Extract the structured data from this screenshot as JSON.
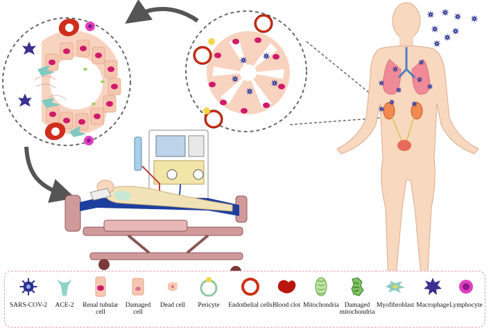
{
  "legend": {
    "items": [
      {
        "label": "SARS-COV-2",
        "icon": "sars-cov-2-icon"
      },
      {
        "label": "ACE-2",
        "icon": "ace-2-icon"
      },
      {
        "label": "Renal tubular\ncell",
        "icon": "renal-tubular-cell-icon"
      },
      {
        "label": "Damaged\ncell",
        "icon": "damaged-cell-icon"
      },
      {
        "label": "Dead cell",
        "icon": "dead-cell-icon"
      },
      {
        "label": "Pericyte",
        "icon": "pericyte-icon"
      },
      {
        "label": "Endothelial cells",
        "icon": "endothelial-cells-icon"
      },
      {
        "label": "Blood clot",
        "icon": "blood-clot-icon"
      },
      {
        "label": "Mitochondria",
        "icon": "mitochondria-icon"
      },
      {
        "label": "Damaged\nmitochondria",
        "icon": "damaged-mitochondria-icon"
      },
      {
        "label": "Myofibroblast",
        "icon": "myofibroblast-icon"
      },
      {
        "label": "Macrophage",
        "icon": "macrophage-icon"
      },
      {
        "label": "Lymphocyte",
        "icon": "lymphocyte-icon"
      }
    ]
  },
  "colors": {
    "virus": "#2b2f8f",
    "cell_fill": "#f6c7b0",
    "nucleus": "#d01a6b",
    "endothelial": "#d83a1a",
    "dashed_border": "#e89ab0",
    "arrow": "#555555",
    "skin": "#f8d8bf",
    "lung": "#f08a96",
    "bed_frame": "#c98a8a",
    "mattress": "#1e3f9e"
  }
}
